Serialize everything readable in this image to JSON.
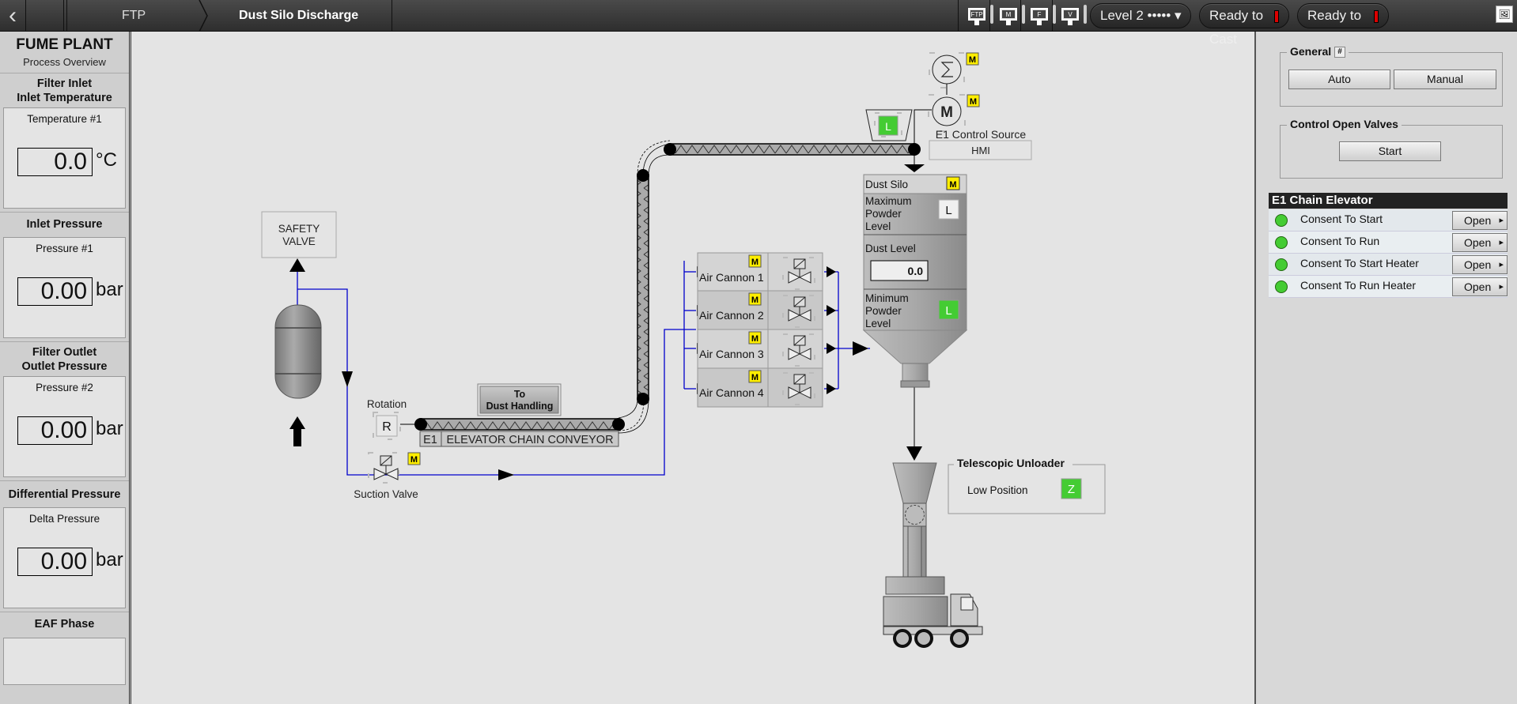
{
  "topbar": {
    "back_icon": "chevron-left-icon",
    "breadcrumb": "FTP",
    "title": "Dust Silo Discharge",
    "screen_buttons": [
      {
        "label": "FTP",
        "icon": "monitor-key-icon"
      },
      {
        "label": "M",
        "icon": "monitor-key-icon"
      },
      {
        "label": "F",
        "icon": "monitor-key-icon"
      },
      {
        "label": "V",
        "icon": "monitor-key-icon"
      }
    ],
    "level": "Level 2 ••••• ▾",
    "ready_to_cast": "Ready to Cast",
    "ready_to_roll": "Ready to Roll",
    "status_color": "#dd0000",
    "image_icon": "image-icon"
  },
  "left": {
    "title": "FUME PLANT",
    "subtitle": "Process Overview",
    "sections": [
      {
        "heading": "Filter Inlet\nInlet Temperature",
        "label": "Temperature #1",
        "value": "0.0",
        "unit": "°C"
      },
      {
        "heading": "Inlet Pressure",
        "label": "Pressure #1",
        "value": "0.00",
        "unit": "bar"
      },
      {
        "heading": "Filter Outlet\nOutlet Pressure",
        "label": "Pressure #2",
        "value": "0.00",
        "unit": "bar"
      },
      {
        "heading": "Differential Pressure",
        "label": "Delta Pressure",
        "value": "0.00",
        "unit": "bar"
      }
    ],
    "eaf_phase": {
      "heading": "EAF Phase",
      "value": ""
    }
  },
  "diagram": {
    "safety_valve": "SAFETY\nVALVE",
    "rotation_label": "Rotation",
    "rotation_state": "R",
    "suction_valve": "Suction Valve",
    "manual_badge": "M",
    "to_dust_handling": "To\nDust Handling",
    "conveyor_id": "E1",
    "conveyor_name": "ELEVATOR CHAIN CONVEYOR",
    "hopper_level": "L",
    "control_source_label": "E1 Control Source",
    "control_source_value": "HMI",
    "motor_label": "M",
    "air_cannons": [
      "Air Cannon 1",
      "Air Cannon 2",
      "Air Cannon 3",
      "Air Cannon 4"
    ],
    "silo": {
      "title": "Dust Silo",
      "max_label": "Maximum\nPowder\nLevel",
      "max_state": "L",
      "dust_level_label": "Dust Level",
      "dust_level_value": "0.0",
      "min_label": "Minimum\nPowder\nLevel",
      "min_state": "L"
    },
    "telescopic": {
      "title": "Telescopic Unloader",
      "low_position_label": "Low Position",
      "low_position_state": "Z"
    },
    "colors": {
      "active_green": "#44cc33",
      "manual_yellow": "#ffee00",
      "pipe_blue": "#0000cc"
    }
  },
  "right": {
    "general": {
      "title": "General",
      "auto": "Auto",
      "manual": "Manual",
      "pin_icon": "pin-icon"
    },
    "valves": {
      "title": "Control Open Valves",
      "start": "Start"
    },
    "chain_elevator": {
      "title": "E1 Chain Elevator",
      "rows": [
        {
          "label": "Consent To Start",
          "button": "Open"
        },
        {
          "label": "Consent To Run",
          "button": "Open"
        },
        {
          "label": "Consent To Start Heater",
          "button": "Open"
        },
        {
          "label": "Consent To Run Heater",
          "button": "Open"
        }
      ]
    }
  }
}
